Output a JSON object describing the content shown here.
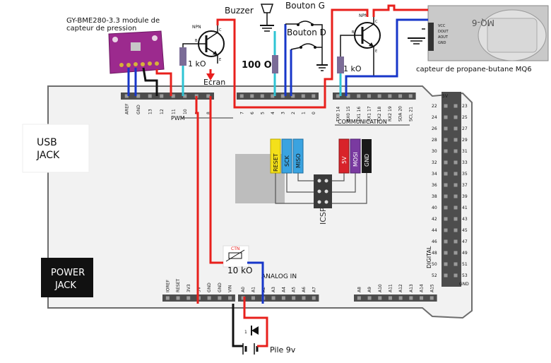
{
  "labels": {
    "sensor_title_line1": "GY-BME280-3.3 module de",
    "sensor_title_line2": "capteur de pression",
    "buzzer": "Buzzer",
    "button_g": "Bouton G",
    "button_d": "Bouton D",
    "res_1k_left": "1 kO",
    "res_100": "100 O",
    "screen": "Ecran",
    "res_1k_right": "1 kO",
    "mq6_caption": "capteur de propane-butane MQ6",
    "usb_line1": "USB",
    "usb_line2": "JACK",
    "power_line1": "POWER",
    "power_line2": "JACK",
    "pwm": "PWM",
    "communication": "COMMUNICATION",
    "analog_in": "ANALOG IN",
    "digital": "DIGITAL",
    "icsp": "ICSP",
    "ctn": "CTN",
    "res_10k": "10 kO",
    "battery": "Pile 9v",
    "npn": "NPN",
    "transistor_pins": [
      "C",
      "B",
      "E"
    ],
    "icsp_left": [
      "RESET",
      "SCK",
      "MISO"
    ],
    "icsp_right": [
      "5V",
      "MOSI",
      "GND"
    ],
    "mq6_sensor_print": "MQ-6",
    "mq6_pins": [
      "VCC",
      "DOUT",
      "AOUT",
      "GND"
    ],
    "diode_ref": "1"
  },
  "headers": {
    "pwm_top": [
      "AREF",
      "GND",
      "13",
      "12",
      "11",
      "10",
      "9",
      "8"
    ],
    "digital_top": [
      "7",
      "6",
      "5",
      "4",
      "3",
      "2",
      "1",
      "0"
    ],
    "comm_top": [
      "TX0 14",
      "RX0 15",
      "TX1 16",
      "RX1 17",
      "TX2 18",
      "RX2 19",
      "SDA 20",
      "SCL 21"
    ],
    "power_bottom": [
      "IOREF",
      "RESET",
      "3V3",
      "5V",
      "GND",
      "GND",
      "VIN"
    ],
    "analog_bottom": [
      "A0",
      "A1",
      "A2",
      "A3",
      "A4",
      "A5",
      "A6",
      "A7"
    ],
    "analog_bottom2": [
      "A8",
      "A9",
      "A10",
      "A11",
      "A12",
      "A13",
      "A14",
      "A15"
    ],
    "digital_right_even": [
      "22",
      "24",
      "26",
      "28",
      "30",
      "32",
      "34",
      "36",
      "38",
      "40",
      "42",
      "44",
      "46",
      "48",
      "50",
      "52"
    ],
    "digital_right_odd": [
      "23",
      "25",
      "27",
      "29",
      "31",
      "33",
      "35",
      "37",
      "39",
      "41",
      "43",
      "45",
      "47",
      "49",
      "51",
      "53"
    ],
    "digital_right_end": [
      "5V",
      "GND"
    ]
  },
  "colors": {
    "wire_red": "#e8201c",
    "wire_blue": "#1736c9",
    "wire_cyan": "#2ec4d4",
    "wire_black": "#111111",
    "board": "#f2f2f2",
    "board_edge": "#6d6d6d",
    "header": "#4d4d4d",
    "icsp_yellow": "#f4e01a",
    "icsp_blue": "#3aa3e0",
    "icsp_red": "#d8232a",
    "icsp_purple": "#7a3aa0",
    "icsp_black": "#1a1a1a",
    "module_purple": "#9c2a8e",
    "resistor": "#7b6c97",
    "arrow_red": "#e81e1e"
  }
}
